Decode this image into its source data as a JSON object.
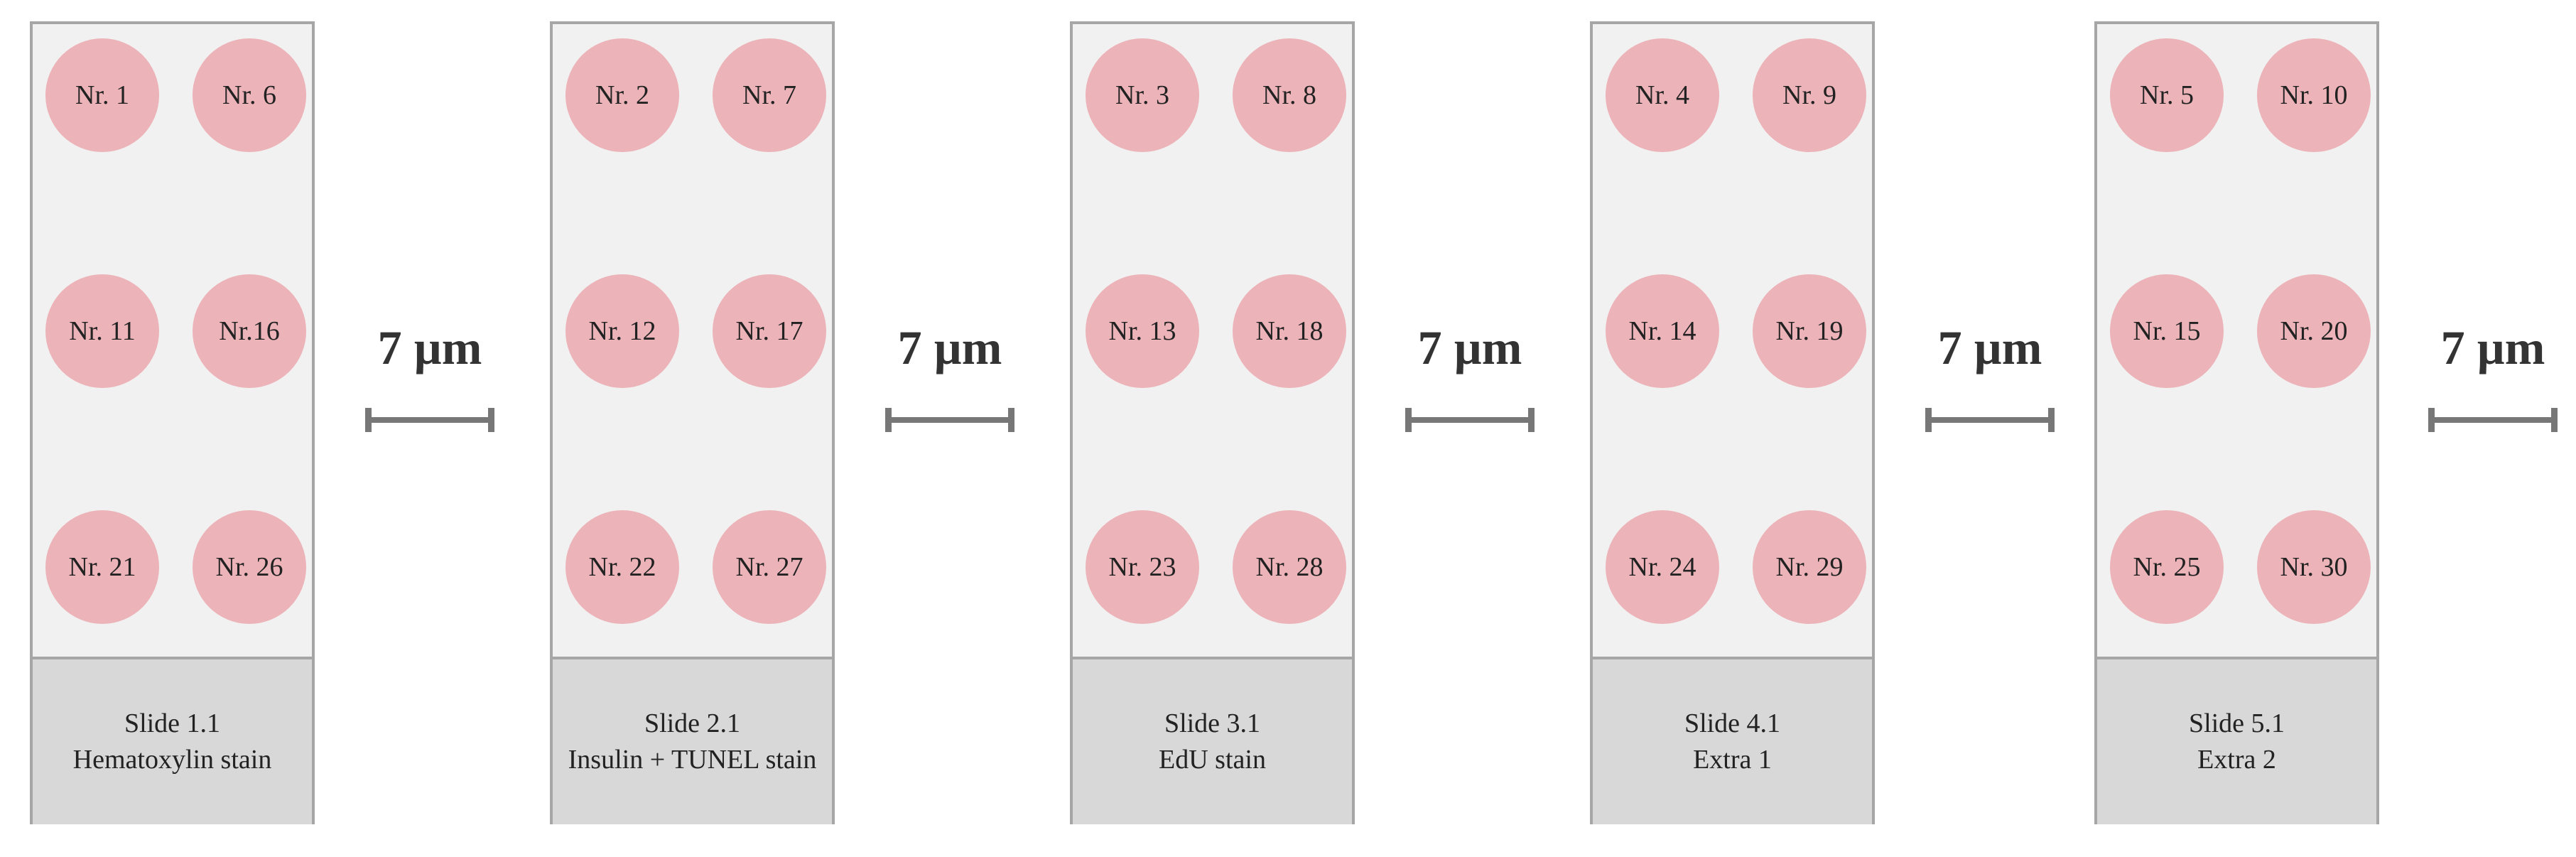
{
  "colors": {
    "section_fill": "#ecb3b9",
    "slide_fill": "#f1f1f1",
    "label_fill": "#d8d8d8",
    "border": "#a6a6a6",
    "scalebar": "#777777"
  },
  "slides": [
    {
      "sections": [
        "Nr. 1",
        "Nr. 6",
        "Nr. 11",
        "Nr.16",
        "Nr. 21",
        "Nr. 26"
      ],
      "title": "Slide 1.1",
      "subtitle": "Hematoxylin stain"
    },
    {
      "sections": [
        "Nr. 2",
        "Nr. 7",
        "Nr. 12",
        "Nr. 17",
        "Nr. 22",
        "Nr. 27"
      ],
      "title": "Slide 2.1",
      "subtitle": "Insulin + TUNEL stain"
    },
    {
      "sections": [
        "Nr. 3",
        "Nr. 8",
        "Nr. 13",
        "Nr. 18",
        "Nr. 23",
        "Nr. 28"
      ],
      "title": "Slide 3.1",
      "subtitle": "EdU stain"
    },
    {
      "sections": [
        "Nr. 4",
        "Nr. 9",
        "Nr. 14",
        "Nr. 19",
        "Nr. 24",
        "Nr. 29"
      ],
      "title": "Slide 4.1",
      "subtitle": "Extra 1"
    },
    {
      "sections": [
        "Nr. 5",
        "Nr. 10",
        "Nr. 15",
        "Nr. 20",
        "Nr. 25",
        "Nr. 30"
      ],
      "title": "Slide 5.1",
      "subtitle": "Extra 2"
    }
  ],
  "spacers": [
    "7 µm",
    "7 µm",
    "7 µm",
    "7 µm",
    "7 µm"
  ]
}
